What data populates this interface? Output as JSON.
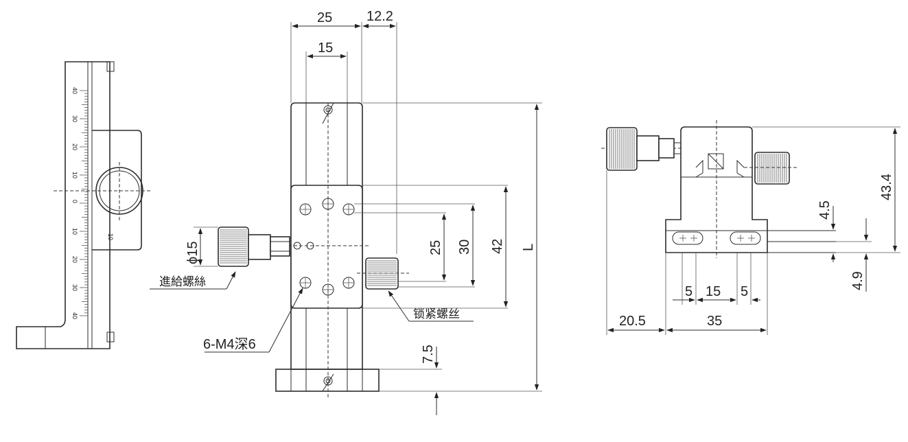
{
  "dimensions": {
    "top_width": "25",
    "top_offset": "12.2",
    "hole_spacing_top": "15",
    "knob_diameter": "ϕ15",
    "hole_spacing_v": "25",
    "block_inner": "30",
    "block_height": "42",
    "length": "L",
    "base_offset": "7.5",
    "side_height": "43.4",
    "side_slot": "4.5",
    "side_base": "4.9",
    "slot_a": "5",
    "slot_mid": "15",
    "slot_b": "5",
    "side_left": "20.5",
    "side_width": "35"
  },
  "labels": {
    "feed_screw": "進給螺絲",
    "lock_screw": "锁紧螺丝",
    "mount_holes": "6-M4深6"
  },
  "scale_ticks": [
    "40",
    "30",
    "20",
    "10",
    "0",
    "10",
    "20",
    "30",
    "40"
  ],
  "scale_side_tick": "10"
}
